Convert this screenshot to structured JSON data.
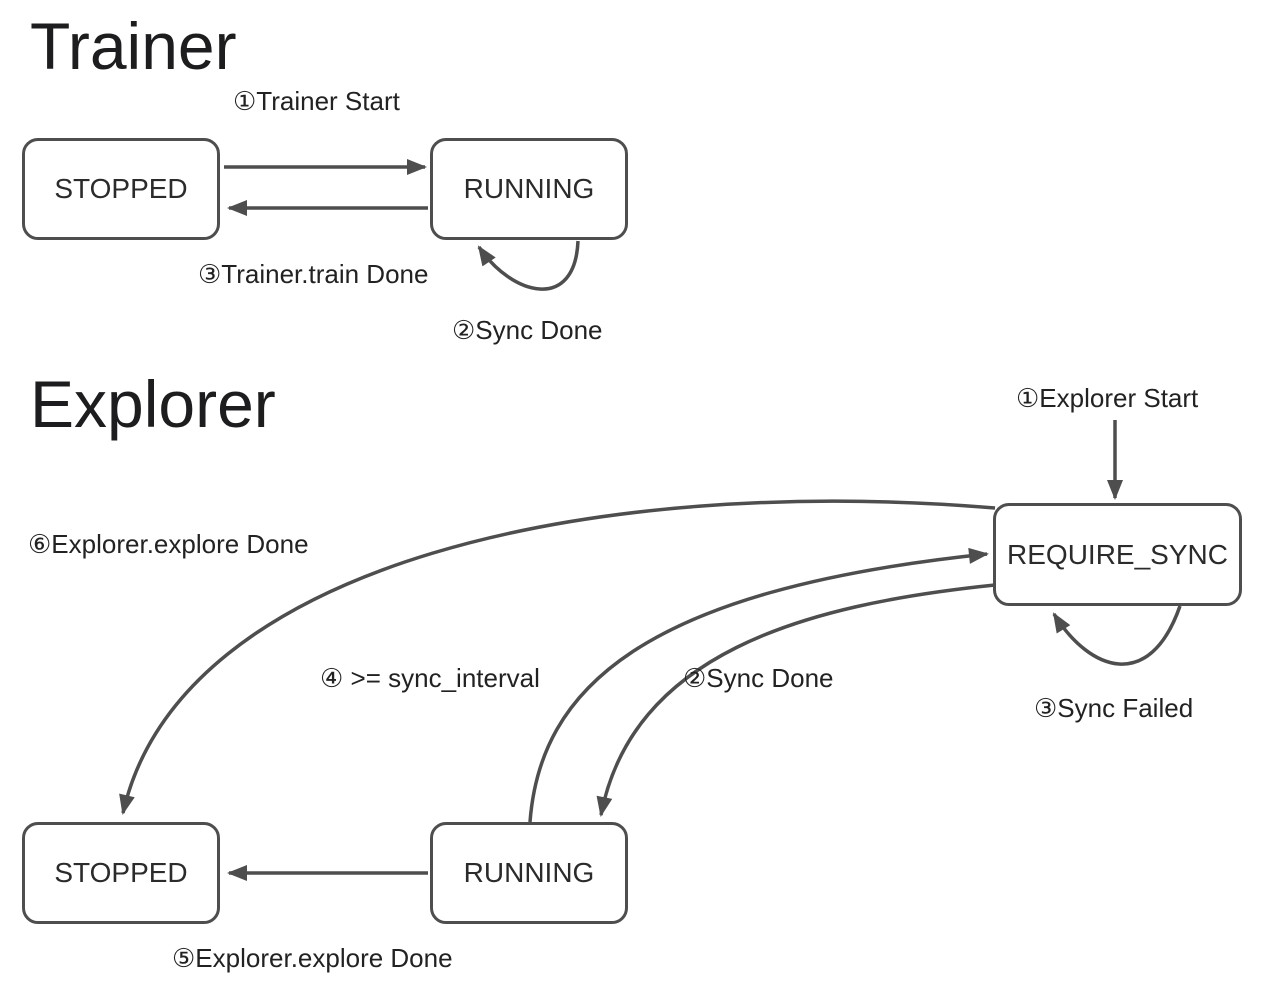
{
  "colors": {
    "background": "#ffffff",
    "stroke": "#4e4e4e",
    "title_text": "#1d1d1f",
    "label_text": "#222224",
    "state_text": "#2b2b2d",
    "state_fill": "#ffffff"
  },
  "trainer": {
    "title": "Trainer",
    "states": {
      "stopped": "STOPPED",
      "running": "RUNNING"
    },
    "edges": {
      "start": "①Trainer Start",
      "train_done": "③Trainer.train Done",
      "sync_done": "②Sync Done"
    }
  },
  "explorer": {
    "title": "Explorer",
    "states": {
      "require_sync": "REQUIRE_SYNC",
      "stopped": "STOPPED",
      "running": "RUNNING"
    },
    "edges": {
      "start": "①Explorer Start",
      "explore_done_to_stopped": "⑥Explorer.explore Done",
      "sync_interval": "④ >= sync_interval",
      "sync_done": "②Sync Done",
      "sync_failed": "③Sync Failed",
      "explore_done_from_running": "⑤Explorer.explore Done"
    }
  }
}
